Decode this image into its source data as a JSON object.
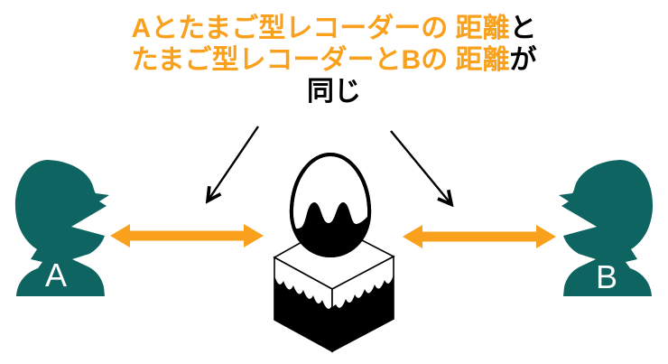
{
  "title": {
    "line1": {
      "orange": "Aとたまご型レコーダーの 距離",
      "black": "と"
    },
    "line2": {
      "orange": "たまご型レコーダーとBの 距離",
      "black": "が"
    },
    "line3": {
      "black": "同じ"
    }
  },
  "figures": {
    "left_person_label": "A",
    "right_person_label": "B",
    "left_person": "person-silhouette-facing-right",
    "right_person": "person-silhouette-facing-left",
    "center_object": "egg-shaped-recorder-on-pedestal"
  },
  "arrows": {
    "left_distance_arrow": "double-headed",
    "right_distance_arrow": "double-headed",
    "pointer_arrows": "from-caption-to-distances"
  },
  "colors": {
    "accent_orange": "#F9A11D",
    "person_teal": "#0E6461",
    "ink_black": "#000000",
    "background": "#FFFFFF",
    "label_text": "#FFFFFF"
  }
}
